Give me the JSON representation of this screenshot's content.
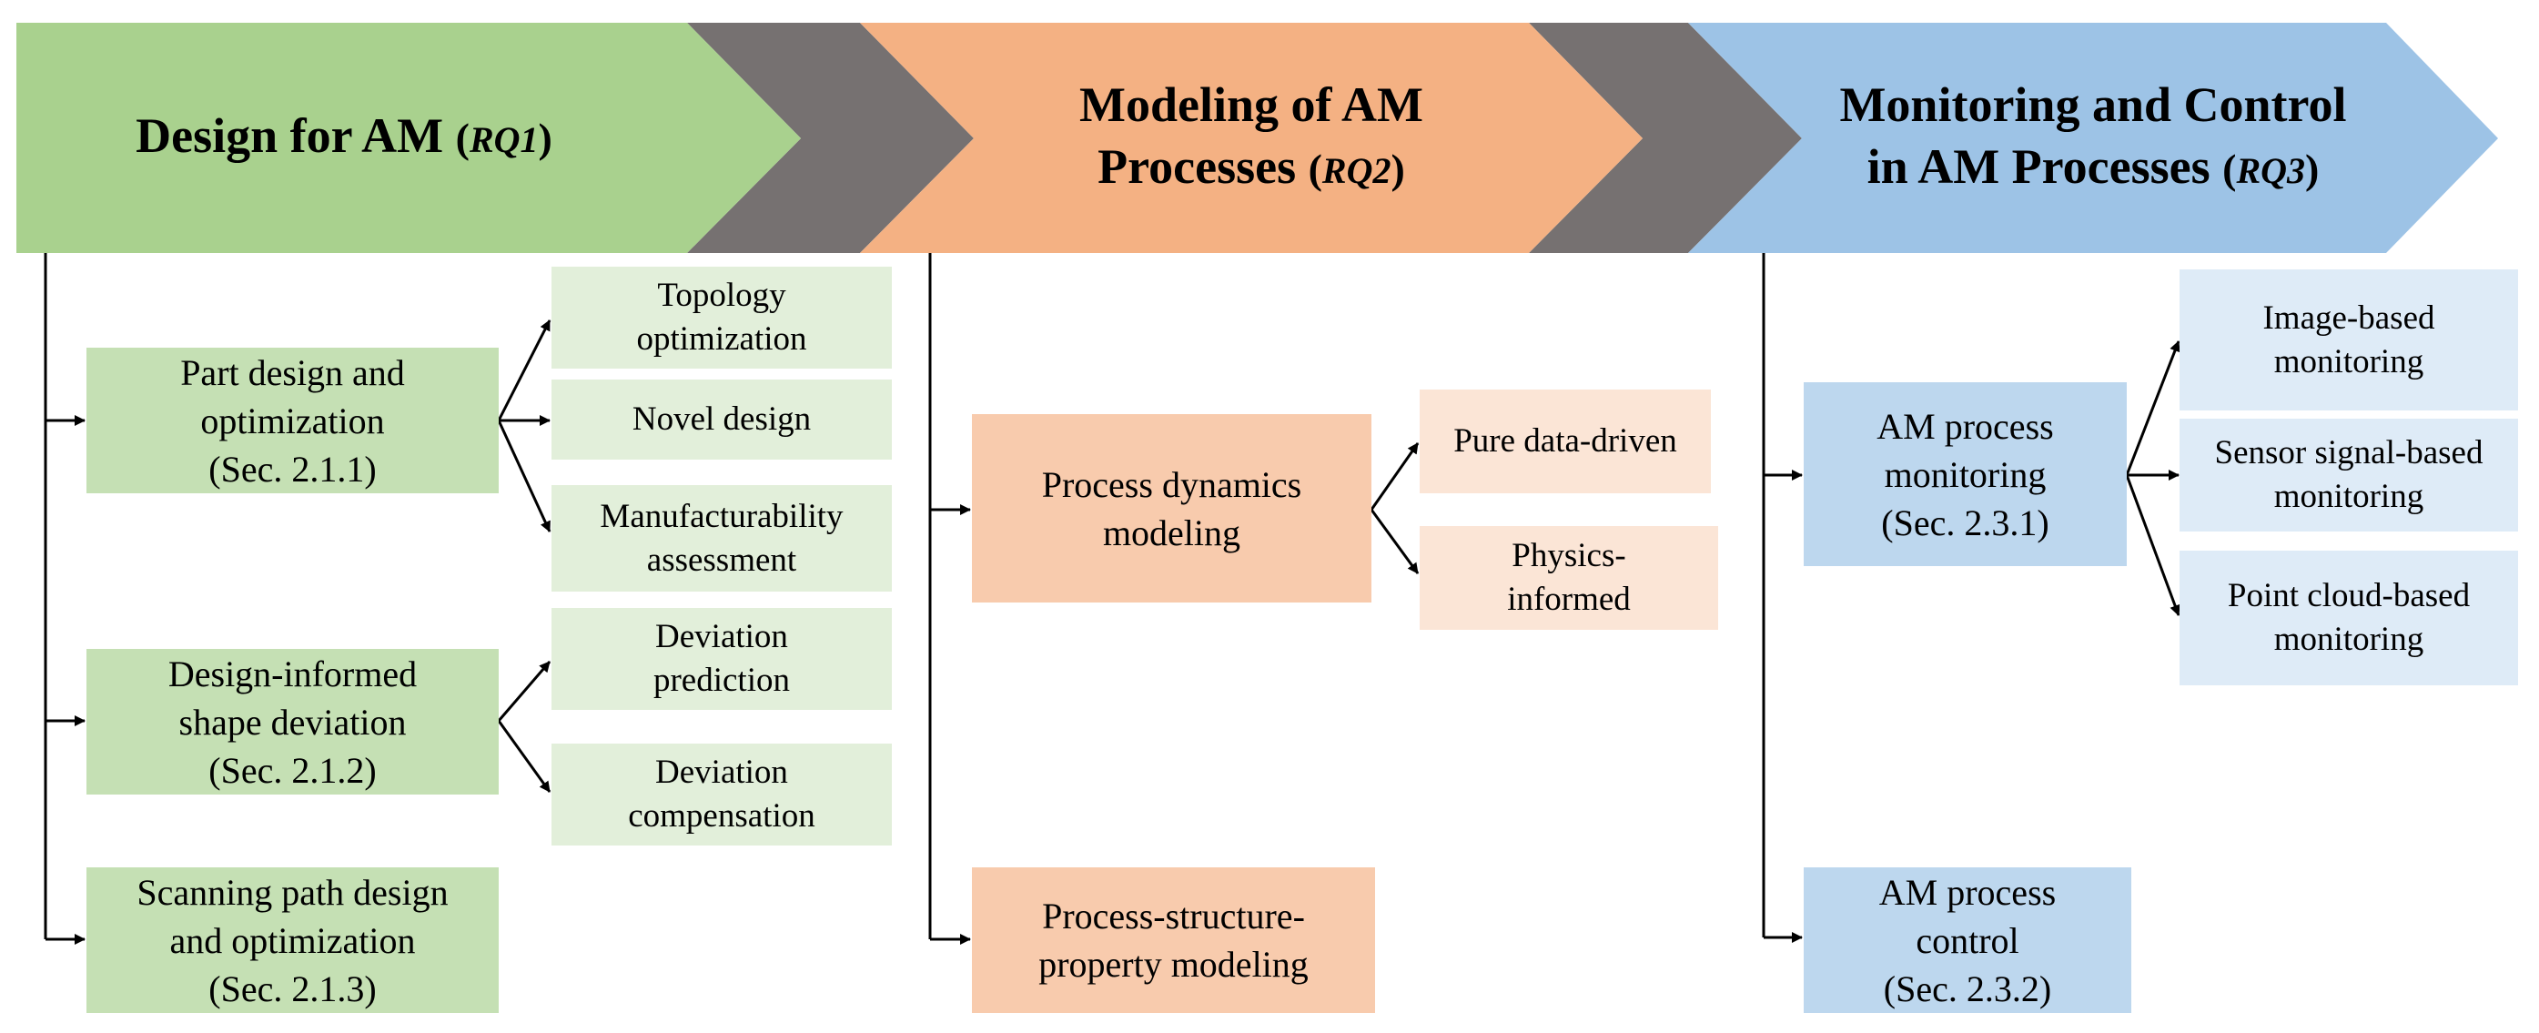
{
  "headers": [
    {
      "title_line1": "Design for AM",
      "title_line2": "",
      "rq": "RQ1",
      "color": "#a9d18e"
    },
    {
      "title_line1": "Modeling of AM",
      "title_line2": "Processes",
      "rq": "RQ2",
      "color": "#f4b183"
    },
    {
      "title_line1": "Monitoring and Control",
      "title_line2": "in AM Processes",
      "rq": "RQ3",
      "color": "#9dc3e6"
    }
  ],
  "connector_color": "#767171",
  "design": {
    "part_design": "Part design and\noptimization\n(Sec. 2.1.1)",
    "topology": "Topology\noptimization",
    "novel": "Novel design",
    "manufacturability": "Manufacturability\nassessment",
    "shape_deviation": "Design-informed\nshape deviation\n(Sec. 2.1.2)",
    "deviation_prediction": "Deviation\nprediction",
    "deviation_compensation": "Deviation\ncompensation",
    "scanning_path": "Scanning path design\nand optimization\n(Sec. 2.1.3)"
  },
  "modeling": {
    "process_dynamics": "Process dynamics\nmodeling",
    "pure_data": "Pure data-driven",
    "physics": "Physics-\ninformed",
    "psp": "Process-structure-\nproperty modeling"
  },
  "monitoring": {
    "process_monitoring": "AM process\nmonitoring\n(Sec. 2.3.1)",
    "image_based": "Image-based\nmonitoring",
    "sensor_signal": "Sensor signal-based\nmonitoring",
    "point_cloud": "Point cloud-based\nmonitoring",
    "process_control": "AM process\ncontrol\n(Sec. 2.3.2)"
  }
}
